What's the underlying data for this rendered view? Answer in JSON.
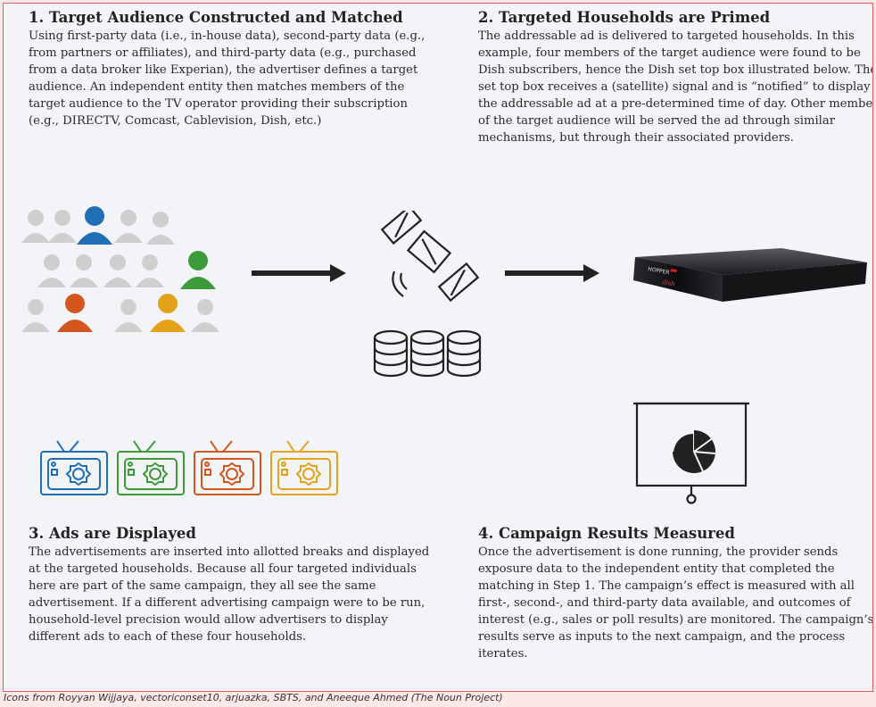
{
  "section1": {
    "heading": "1.  Target Audience Constructed and Matched",
    "body": "Using first-party data (i.e., in-house data), second-party data (e.g., from partners or affiliates), and third-party data (e.g., purchased from a data broker like Experian), the advertiser defines a target audience. An independent entity then matches members of the target audience to the TV operator providing their subscription (e.g., DIRECTV, Comcast, Cablevision, Dish, etc.)"
  },
  "section2": {
    "heading": "2. Targeted Households are Primed",
    "body": "The addressable ad is delivered to targeted households. In this example, four members of the target audience were found to be Dish subscribers, hence the Dish set top box illustrated below. The set top box receives a (satellite) signal and is “notified” to display the addressable ad at a pre-determined time of day. Other members of the target audience will be served the ad through similar mechanisms, but through their associated providers."
  },
  "section3": {
    "heading": "3. Ads are Displayed",
    "body": "The advertisements are inserted into allotted breaks and displayed at the targeted households. Because all four targeted individuals here are part of the same campaign, they all see the same advertisement. If a different advertising campaign were to be run, household-level precision would allow advertisers to display different ads to each of these four households."
  },
  "section4": {
    "heading": "4. Campaign Results Measured",
    "body": "Once the advertisement is done running, the provider sends exposure data to the independent entity that completed the matching in Step 1. The campaign’s effect is measured with all first-, second-, and third-party data available, and outcomes of interest (e.g., sales or poll results) are monitored. The campaign’s results serve as inputs to the next campaign, and the process iterates."
  },
  "stb_brand": "dish",
  "stb_model": "HOPPER",
  "credit": "Icons from Royyan Wijjaya, vectoriconset10, arjuazka, SBTS, and Aneeque Ahmed (The Noun Project)",
  "colors": {
    "frame_border": "#e05a5a",
    "panel_bg": "#f2f4f8",
    "person_gray": "#cfcfcf",
    "person_blue": "#1f6fb5",
    "person_green": "#3c9a3a",
    "person_orange": "#d4561f",
    "person_yellow": "#e3a21a",
    "tv_blue": "#1f6fb5",
    "tv_green": "#3c9a3a",
    "tv_orange": "#d4561f",
    "tv_yellow": "#e3a21a"
  }
}
